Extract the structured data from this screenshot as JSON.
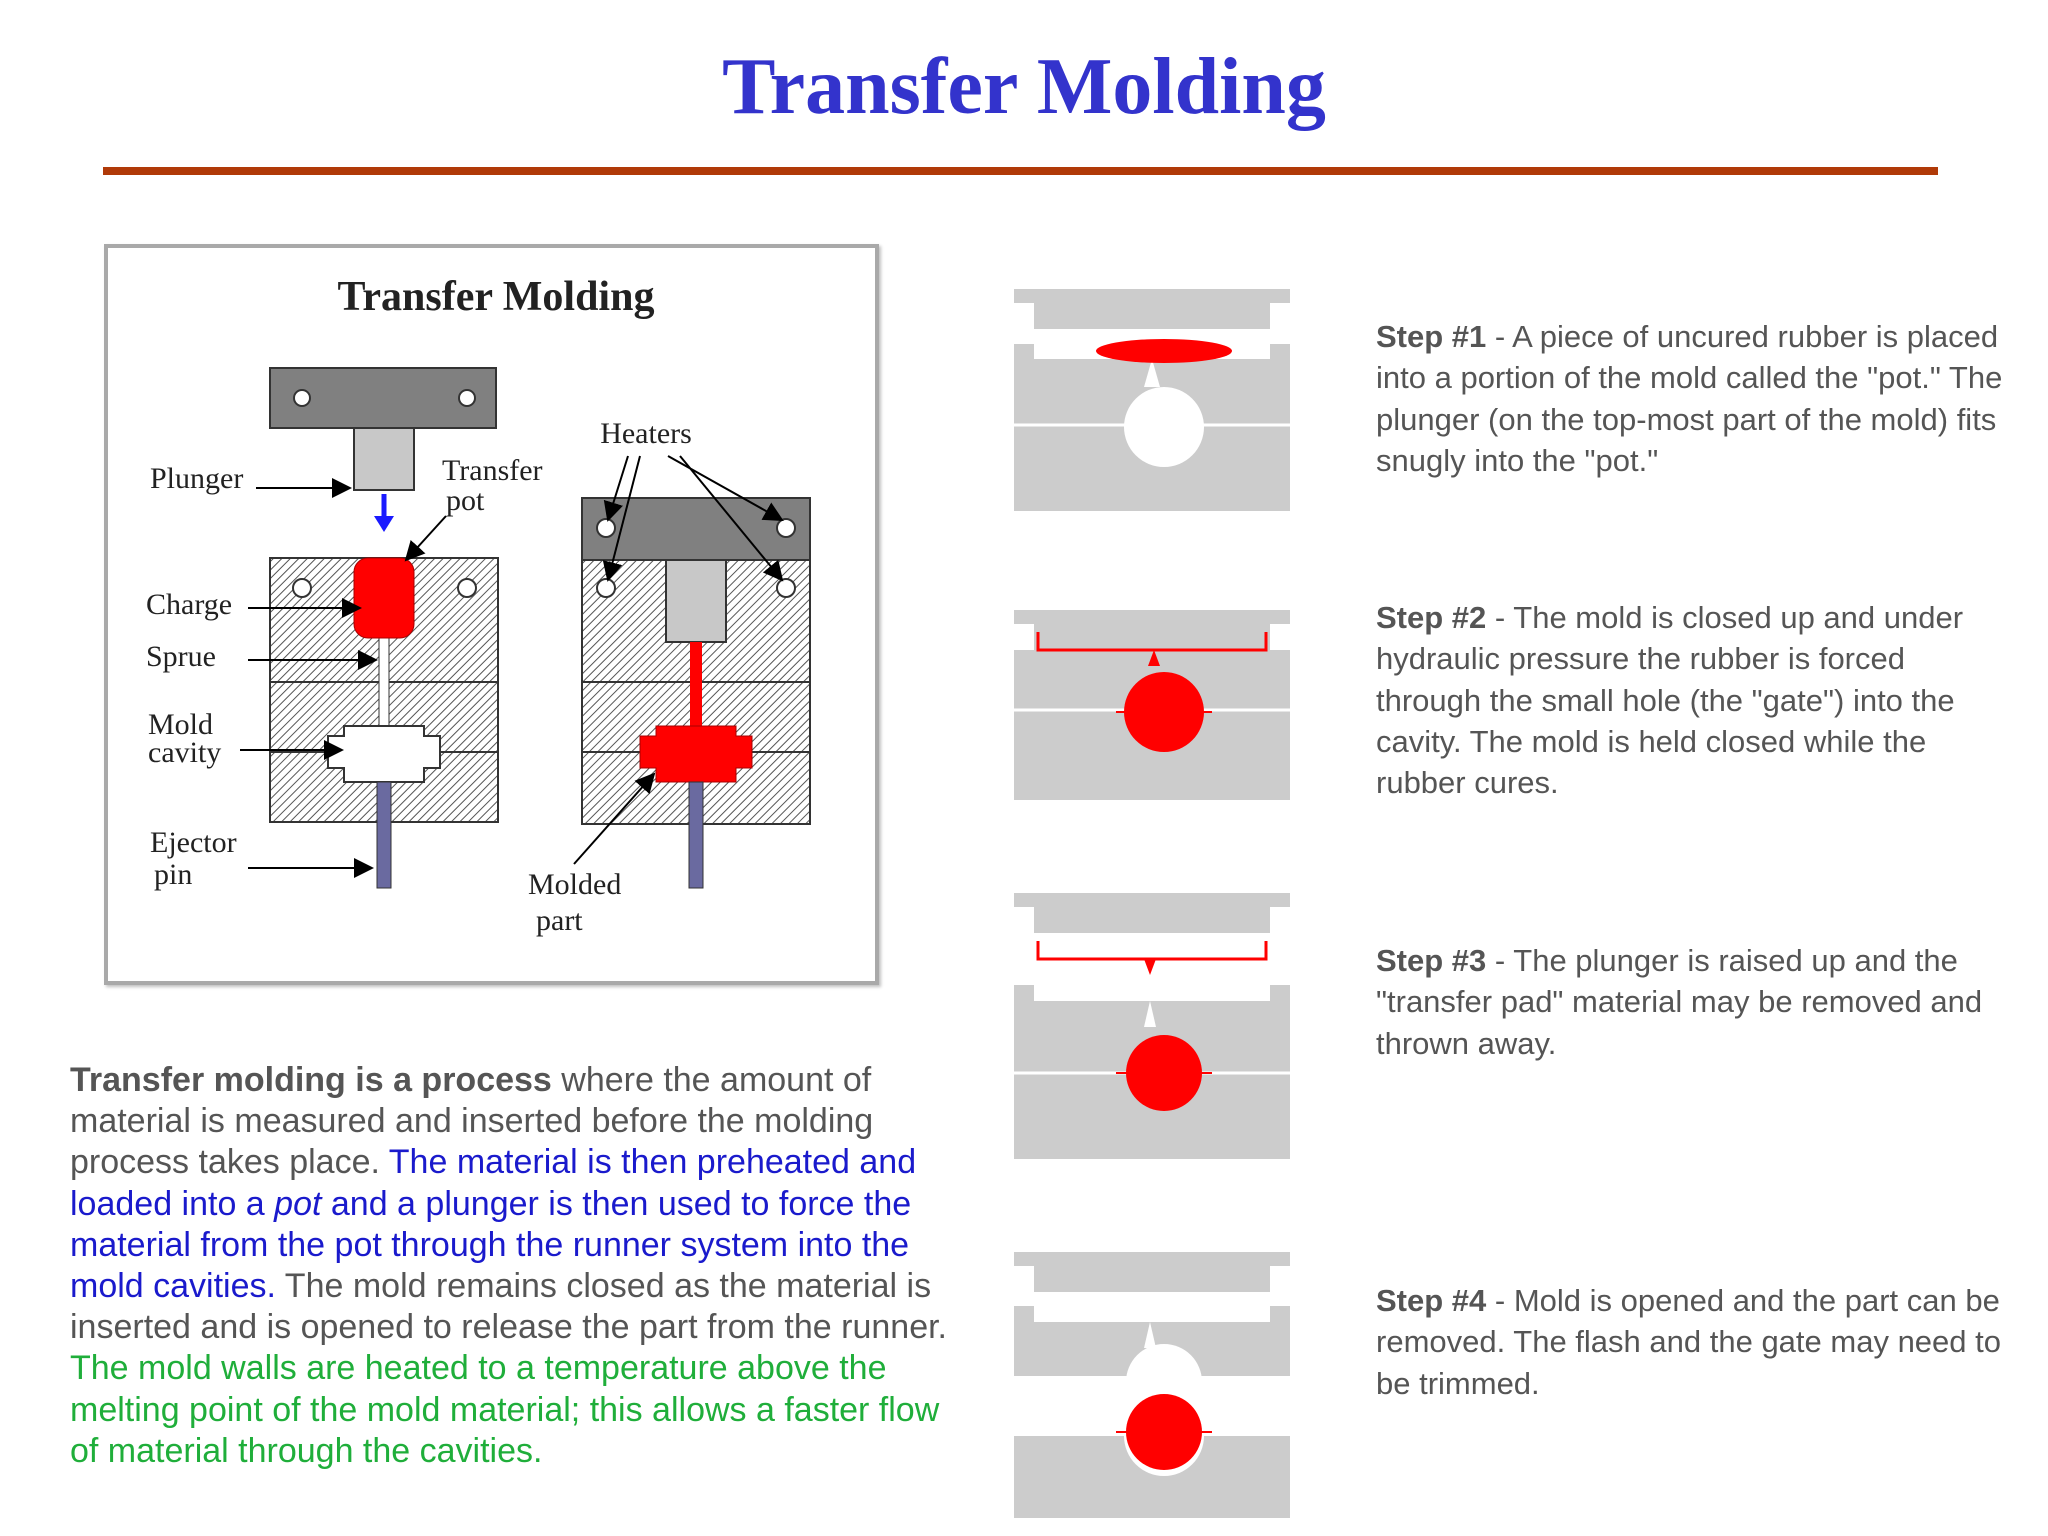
{
  "title": "Transfer Molding",
  "figure": {
    "title": "Transfer Molding",
    "labels": {
      "plunger": "Plunger",
      "transfer_line1": "Transfer",
      "transfer_line2": "pot",
      "heaters": "Heaters",
      "charge": "Charge",
      "sprue": "Sprue",
      "mold_line1": "Mold",
      "mold_line2": "cavity",
      "ejector_line1": "Ejector",
      "ejector_line2": "pin",
      "molded_line1": "Molded",
      "molded_line2": "part"
    },
    "colors": {
      "charge": "#ff0000",
      "plunger_arrow": "#1a1aff",
      "plate": "#808080",
      "ejector_pin": "#6a6aa0"
    }
  },
  "description": {
    "bold_lead": "Transfer molding is a process",
    "part1": " where the amount of material is measured and inserted before the molding process takes place. ",
    "blue1": "The material is then preheated and loaded into a ",
    "blue_italic": "pot",
    "blue2": " and a plunger is then used to force the material from the pot through the runner system into the mold cavities.",
    "part2": " The mold remains closed as the material is inserted and is opened to release the part from the runner. ",
    "green": "The mold walls are heated to a temperature above the melting point of the mold material; this allows a faster flow of material through the cavities."
  },
  "steps": [
    {
      "label": "Step #1",
      "text": " - A piece of uncured rubber is placed into a portion of the mold called the \"pot.\" The plunger (on the top-most part of the mold) fits snugly into the \"pot.\""
    },
    {
      "label": "Step #2",
      "text": " - The mold is closed up and under hydraulic pressure the rubber is forced through the small hole (the \"gate\") into the cavity. The mold is held closed while the rubber cures."
    },
    {
      "label": "Step #3",
      "text": " - The plunger is raised up and the \"transfer pad\" material may be removed and thrown away."
    },
    {
      "label": "Step #4",
      "text": " - Mold is opened and the part can be removed. The flash and the gate may need to be trimmed."
    }
  ],
  "colors": {
    "title": "#3333cc",
    "rule": "#b03a08",
    "mold_gray": "#cccccc",
    "rubber_red": "#ff0000",
    "text_gray": "#555555",
    "blue_text": "#1a1acc",
    "green_text": "#1fae3a"
  }
}
